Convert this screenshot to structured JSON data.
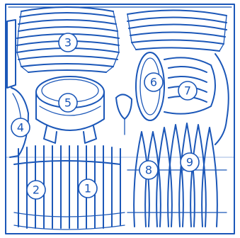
{
  "colors": {
    "line": "#1b57b8",
    "background": "#ffffff"
  },
  "callouts": [
    {
      "label": "1",
      "item": "glasses"
    },
    {
      "label": "2",
      "item": "glasses"
    },
    {
      "label": "3",
      "item": "plates"
    },
    {
      "label": "4",
      "item": "bowl"
    },
    {
      "label": "5",
      "item": "pot"
    },
    {
      "label": "6",
      "item": "dish"
    },
    {
      "label": "7",
      "item": "bowls"
    },
    {
      "label": "8",
      "item": "plates"
    },
    {
      "label": "9",
      "item": "plates"
    }
  ]
}
